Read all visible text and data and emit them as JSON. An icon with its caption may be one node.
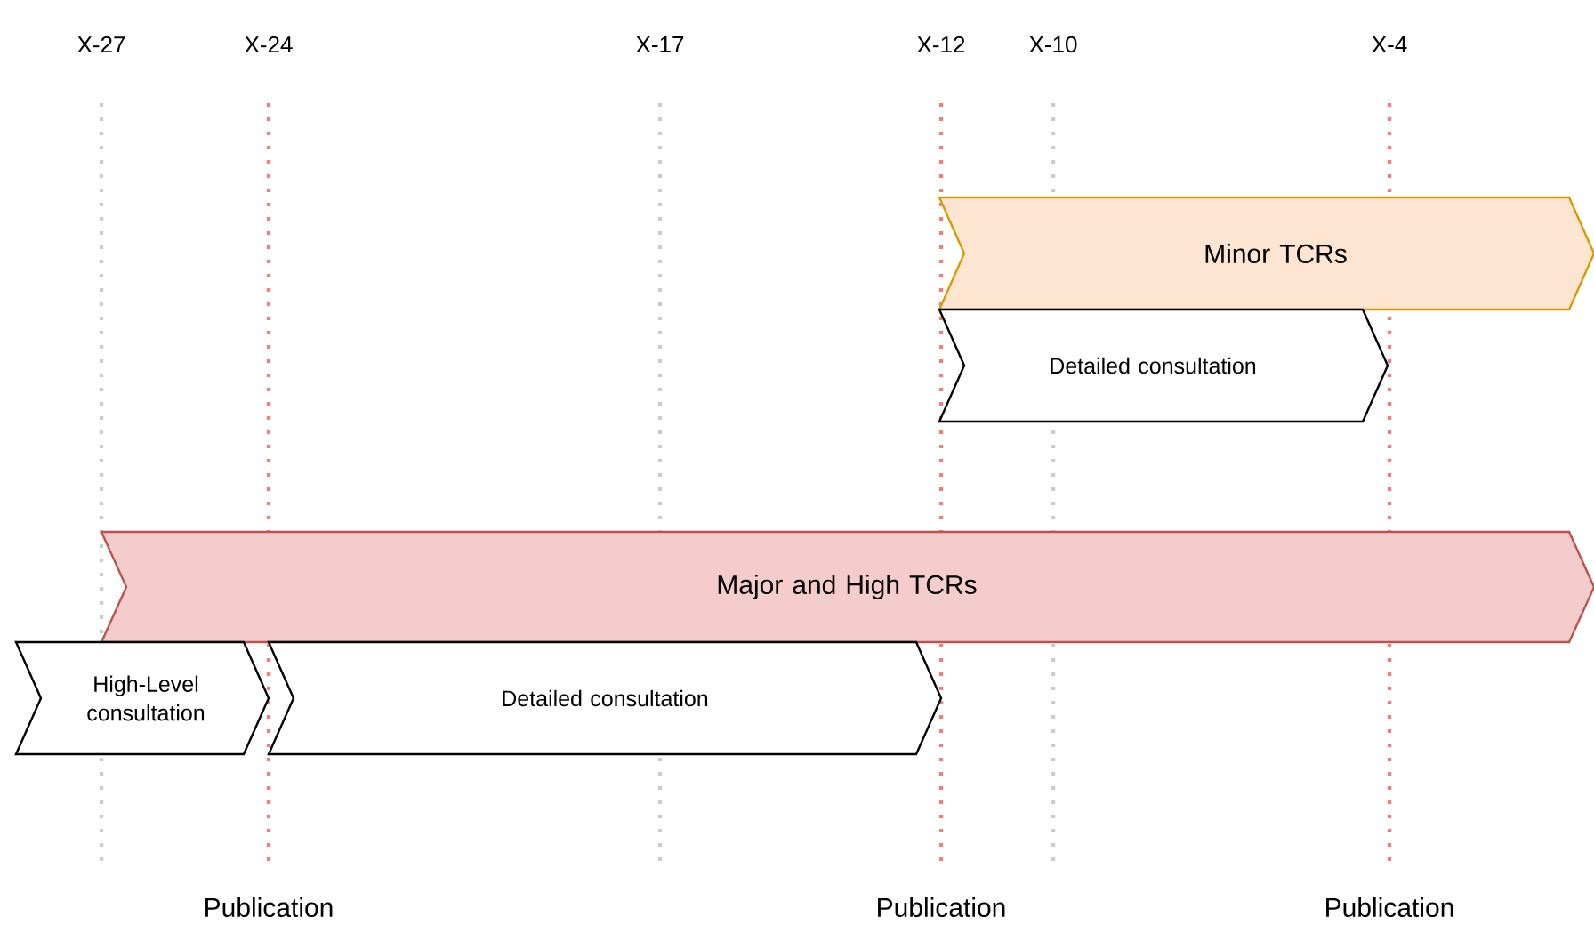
{
  "diagram": {
    "nodes": [
      {
        "text": [
          "Minor TCRs"
        ]
      },
      {
        "text": [
          "Detailed consultation"
        ]
      },
      {
        "text": [
          "Major and High TCRs"
        ]
      },
      {
        "text": [
          "High-Level consultation"
        ]
      },
      {
        "text": [
          "Detailed consultation"
        ]
      }
    ],
    "labels": [
      "X-27",
      "X-24",
      "X-17",
      "X-12",
      "X-10",
      "X-4",
      "Publication",
      "Publication",
      "Publication"
    ]
  }
}
